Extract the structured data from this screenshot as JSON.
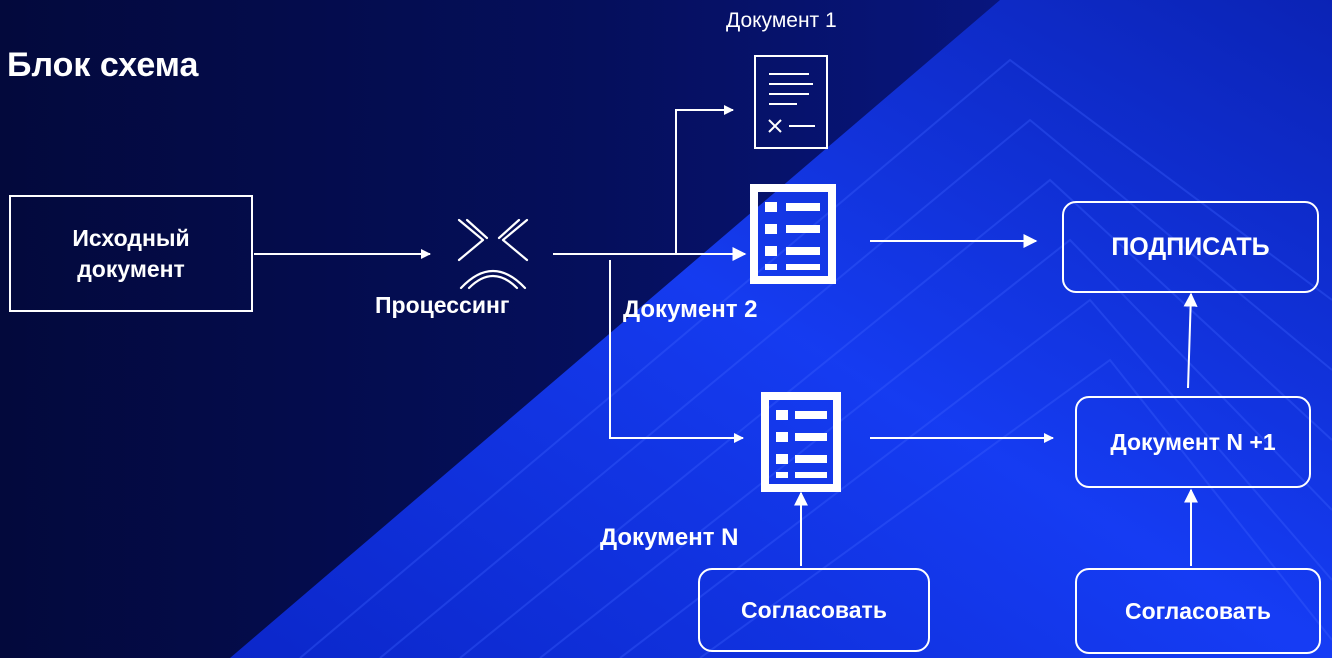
{
  "title": "Блок схема",
  "source_node": "Исходный документ",
  "processing_label": "Процессинг",
  "doc1_label": "Документ 1",
  "doc2_label": "Документ 2",
  "docn_label": "Документ N",
  "sign_label": "ПОДПИСАТЬ",
  "docn1_label": "Документ N +1",
  "approve_left_label": "Согласовать",
  "approve_right_label": "Согласовать",
  "icons": {
    "doc1": "plain-document-icon",
    "doc2": "list-document-icon",
    "docn": "list-document-icon",
    "processing": "processing-icon"
  },
  "colors": {
    "background_dark": "#030a4a",
    "background_accent": "#1738e8",
    "line": "#ffffff",
    "text": "#ffffff"
  }
}
